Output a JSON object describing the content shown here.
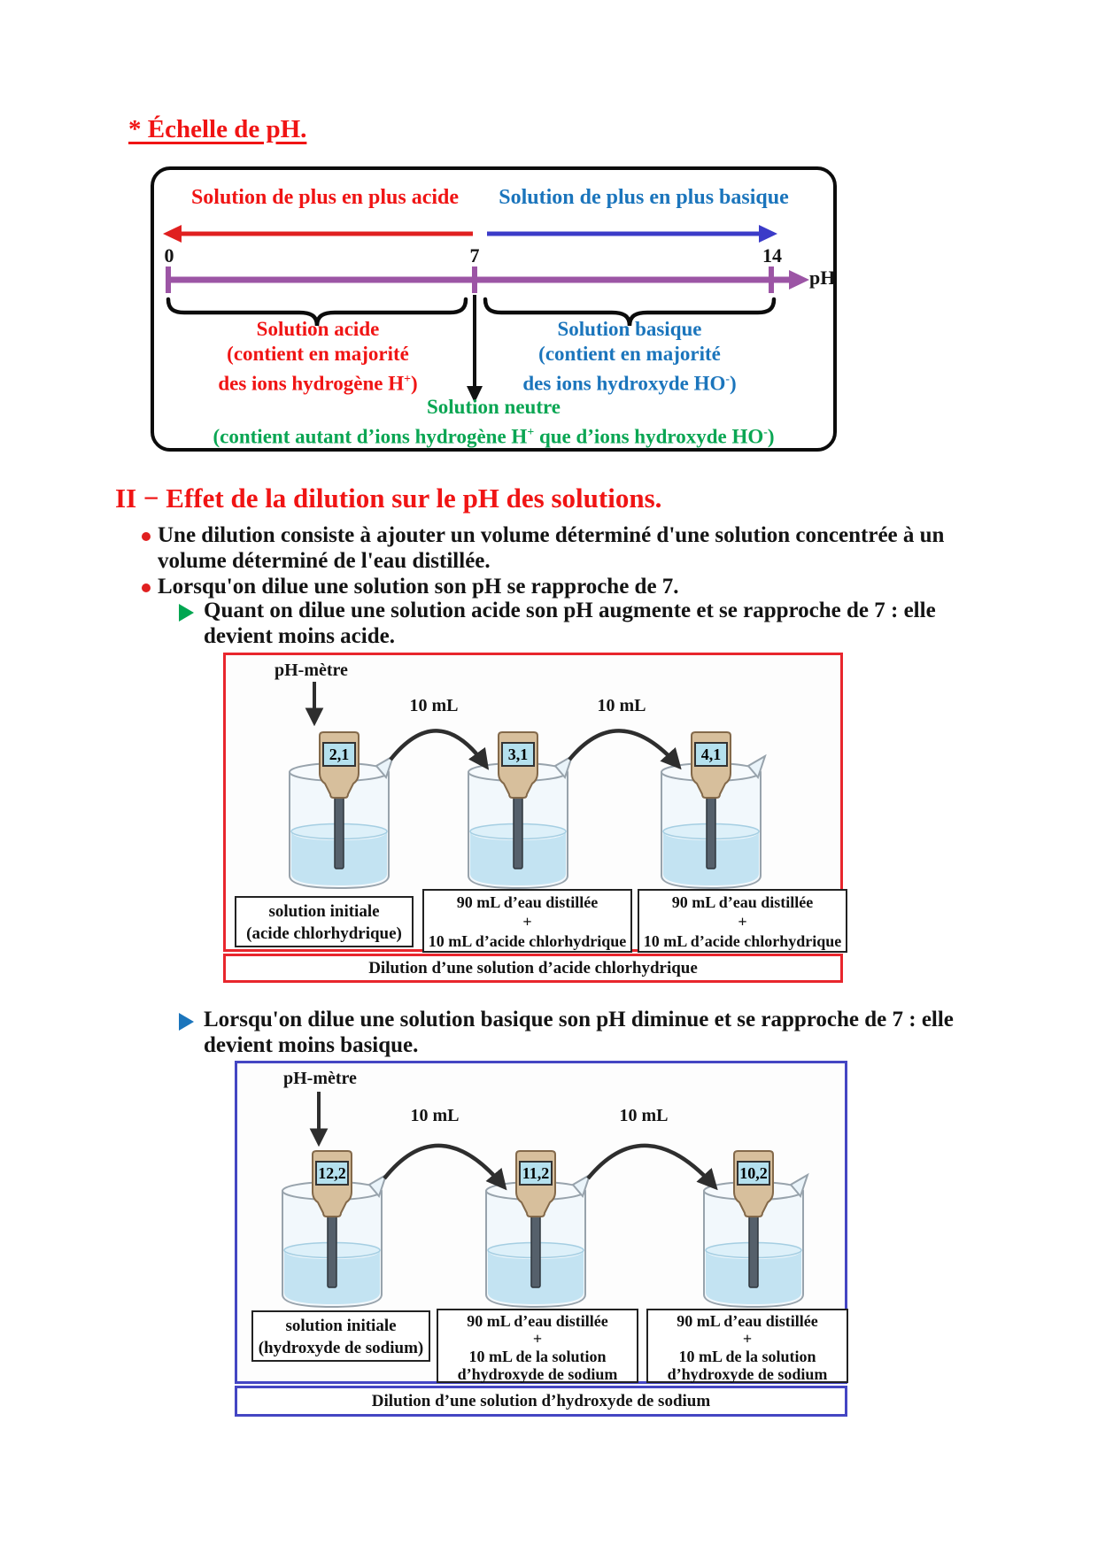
{
  "colors": {
    "red_text": "#f01414",
    "blue_text": "#1b75bc",
    "blue_arrow": "#3b3bc8",
    "purple_axis": "#9c55a5",
    "green_text": "#0aa653",
    "green_triangle": "#00a651",
    "figure_acid_border": "#e8262d",
    "figure_base_border": "#4446c3",
    "black_text": "#141414"
  },
  "title": "* Échelle de pH.",
  "ph_scale": {
    "acid_direction": "Solution de plus en plus acide",
    "base_direction": "Solution de plus en plus basique",
    "ticks": [
      "0",
      "7",
      "14"
    ],
    "axis_label": "pH",
    "acid_zone": {
      "line1": "Solution acide",
      "line2": "(contient en majorité",
      "line3a": "des ions hydrogène H",
      "line3sup": "+",
      "line3b": ")"
    },
    "base_zone": {
      "line1": "Solution basique",
      "line2": "(contient en majorité",
      "line3a": "des ions hydroxyde HO",
      "line3sup": "-",
      "line3b": ")"
    },
    "neutral_zone": {
      "line1": "Solution neutre",
      "line2a": "(contient autant d’ions hydrogène H",
      "line2sup1": "+",
      "line2b": " que d’ions hydroxyde HO",
      "line2sup2": "-",
      "line2c": ")"
    }
  },
  "section": {
    "heading": "II − Effet de la dilution sur le pH des solutions.",
    "bullet1_line1": "Une dilution consiste à ajouter un volume déterminé d'une solution concentrée à un",
    "bullet1_line2": "volume déterminé de l'eau distillée.",
    "bullet2": "Lorsqu'on dilue une solution son pH se rapproche de 7.",
    "sub_acid_line1": "Quant on dilue une solution acide son pH augmente et se rapproche de 7 : elle",
    "sub_acid_line2": "devient moins acide.",
    "sub_base_line1": "Lorsqu'on dilue une solution basique son pH diminue et se rapproche de 7 : elle",
    "sub_base_line2": "devient moins basique."
  },
  "figure_acid": {
    "ph_meter_label": "pH-mètre",
    "transfer1": "10 mL",
    "transfer2": "10 mL",
    "readings": [
      "2,1",
      "3,1",
      "4,1"
    ],
    "box1": {
      "line1": "solution initiale",
      "line2": "(acide chlorhydrique)"
    },
    "box2": {
      "line1": "90 mL d’eau distillée",
      "line2": "+",
      "line3": "10 mL d’acide chlorhydrique"
    },
    "box3": {
      "line1": "90 mL d’eau distillée",
      "line2": "+",
      "line3": "10 mL d’acide chlorhydrique"
    },
    "caption": "Dilution d’une solution d’acide chlorhydrique"
  },
  "figure_base": {
    "ph_meter_label": "pH-mètre",
    "transfer1": "10 mL",
    "transfer2": "10 mL",
    "readings": [
      "12,2",
      "11,2",
      "10,2"
    ],
    "box1": {
      "line1": "solution initiale",
      "line2": "(hydroxyde de sodium)"
    },
    "box2": {
      "line1": "90 mL d’eau distillée",
      "line2": "+",
      "line3": "10 mL de la solution",
      "line4": "d’hydroxyde de sodium"
    },
    "box3": {
      "line1": "90 mL d’eau distillée",
      "line2": "+",
      "line3": "10 mL de la solution",
      "line4": "d’hydroxyde de sodium"
    },
    "caption": "Dilution d’une solution d’hydroxyde de sodium"
  }
}
